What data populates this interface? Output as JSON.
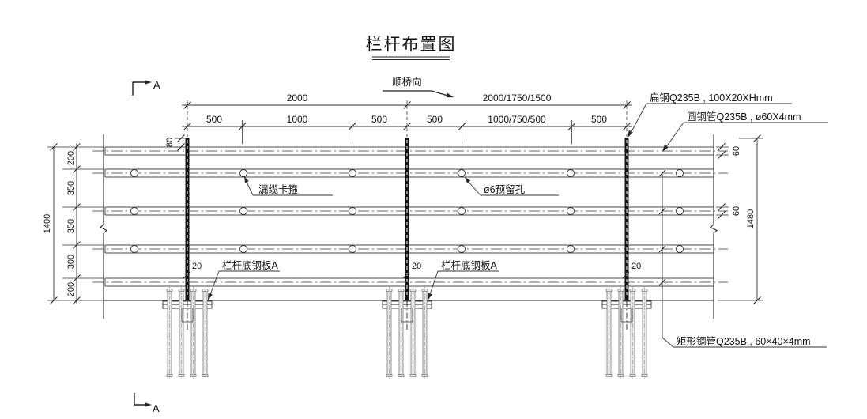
{
  "drawing": {
    "title": "栏杆布置图",
    "direction_label": "顺桥向",
    "section_label": "A"
  },
  "dimensions": {
    "span_first": "2000",
    "span_variable": "2000/1750/1500",
    "seg1": "500",
    "seg2": "1000",
    "seg3": "500",
    "seg4": "500",
    "seg5": "1000/750/500",
    "seg6": "500",
    "post_top": "80",
    "left_chain": [
      "200",
      "350",
      "350",
      "300",
      "200"
    ],
    "left_total": "1400",
    "right_total": "1480",
    "tube_depth": "60",
    "base_gap": "20"
  },
  "annotations": {
    "flat_steel": "扁钢Q235B , 100X20XHmm",
    "round_tube": "圆钢管Q235B , ø60X4mm",
    "rect_tube": "矩形钢管Q235B , 60×40×4mm",
    "cable_clamp": "漏缆卡箍",
    "reserved_hole": "ø6预留孔",
    "base_plate": "栏杆底钢板A"
  }
}
